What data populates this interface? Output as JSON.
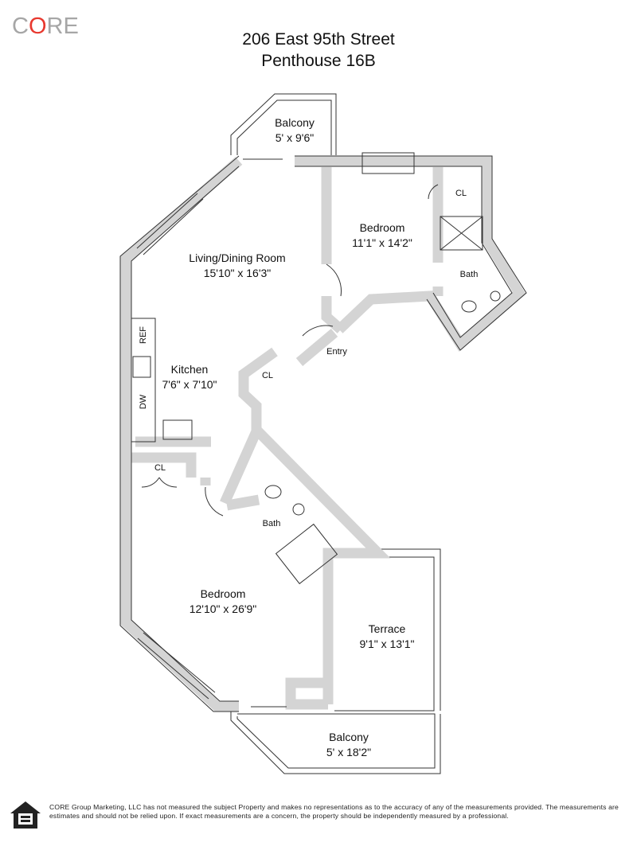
{
  "logo": {
    "text": "CORE",
    "accent_color": "#e8392f",
    "base_color": "#a6a6a6"
  },
  "header": {
    "address": "206 East 95th Street",
    "unit": "Penthouse 16B"
  },
  "rooms": {
    "balcony_top": {
      "name": "Balcony",
      "dims": "5' x 9'6\""
    },
    "bedroom_1": {
      "name": "Bedroom",
      "dims": "11'1\" x 14'2\""
    },
    "living": {
      "name": "Living/Dining Room",
      "dims": "15'10\" x 16'3\""
    },
    "kitchen": {
      "name": "Kitchen",
      "dims": "7'6\" x 7'10\""
    },
    "bedroom_2": {
      "name": "Bedroom",
      "dims": "12'10\" x 26'9\""
    },
    "terrace": {
      "name": "Terrace",
      "dims": "9'1\" x 13'1\""
    },
    "balcony_bottom": {
      "name": "Balcony",
      "dims": "5' x 18'2\""
    }
  },
  "fixtures": {
    "cl_bedroom1": "CL",
    "bath_1": "Bath",
    "entry": "Entry",
    "cl_entry": "CL",
    "ref": "REF",
    "dw": "DW",
    "cl_bedroom2": "CL",
    "bath_2": "Bath"
  },
  "colors": {
    "wall": "#d4d4d4",
    "line": "#333333"
  },
  "footer": {
    "icon": "equal-housing-opportunity-icon",
    "disclaimer": "CORE Group Marketing, LLC has not measured the subject Property and makes no representations as to the accuracy of any of the measurements provided. The measurements are estimates and should not be relied upon. If exact measurements are a concern, the property should be independently measured by a professional."
  }
}
